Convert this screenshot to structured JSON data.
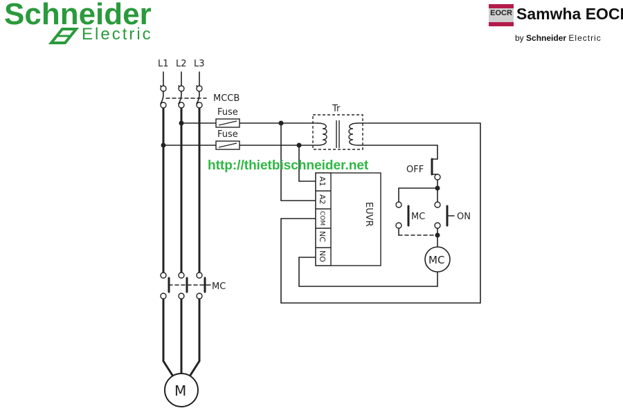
{
  "colors": {
    "brand_green": "#2a9a3c",
    "watermark_green": "#2db842",
    "eocr_red": "#b31b4a",
    "wire": "#222222"
  },
  "header": {
    "left_logo": {
      "title": "Schneider",
      "subtitle": "Electric"
    },
    "right_logo": {
      "badge": "EOCR",
      "name": "Samwha EOCR",
      "by_prefix": "by",
      "by_brand": "Schneider",
      "by_suffix": "Electric"
    }
  },
  "watermark": "http://thietbischneider.net",
  "diagram": {
    "phases": [
      "L1",
      "L2",
      "L3"
    ],
    "breaker_label": "MCCB",
    "fuse_labels": [
      "Fuse",
      "Fuse"
    ],
    "transformer_label": "Tr",
    "relay_label": "EUVR",
    "relay_terminals": [
      "A1",
      "A2",
      "COM",
      "NC",
      "NO"
    ],
    "off_label": "OFF",
    "on_label": "ON",
    "aux_contact_label": "MC",
    "coil_label": "MC",
    "main_contact_label": "MC",
    "motor_label": "M"
  }
}
